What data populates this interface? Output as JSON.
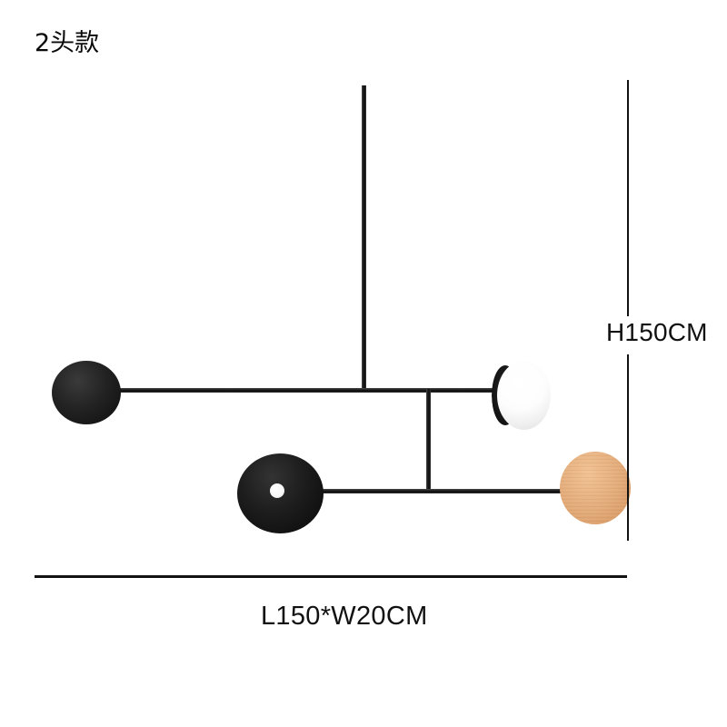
{
  "diagram": {
    "variant_title": "2头款",
    "dimensions": {
      "height_label": "H150CM",
      "width_label": "L150*W20CM"
    },
    "colors": {
      "metal_black": "#1d1d1d",
      "globe_white": "#ffffff",
      "wood": "#e3ac7b",
      "background": "#ffffff",
      "dimension_line": "#121212",
      "text": "#111111"
    },
    "fixture": {
      "name": "linear pendant lamp",
      "parts": [
        {
          "name": "ceiling-drop-rod",
          "shape": "vertical rod",
          "color": "#1d1d1d"
        },
        {
          "name": "upper-horizontal-arm",
          "shape": "horizontal rod",
          "color": "#1d1d1d"
        },
        {
          "name": "mid-drop-rod",
          "shape": "vertical rod",
          "color": "#1d1d1d"
        },
        {
          "name": "lower-horizontal-arm",
          "shape": "horizontal rod",
          "color": "#1d1d1d"
        },
        {
          "name": "left-black-disc",
          "shape": "circle",
          "color": "#0d0d0d"
        },
        {
          "name": "white-globe-shade",
          "shape": "sphere",
          "color": "#ffffff"
        },
        {
          "name": "black-cone-shade",
          "shape": "cone",
          "color": "#080808"
        },
        {
          "name": "wood-disc",
          "shape": "circle",
          "color": "#e3ac7b"
        }
      ]
    }
  }
}
